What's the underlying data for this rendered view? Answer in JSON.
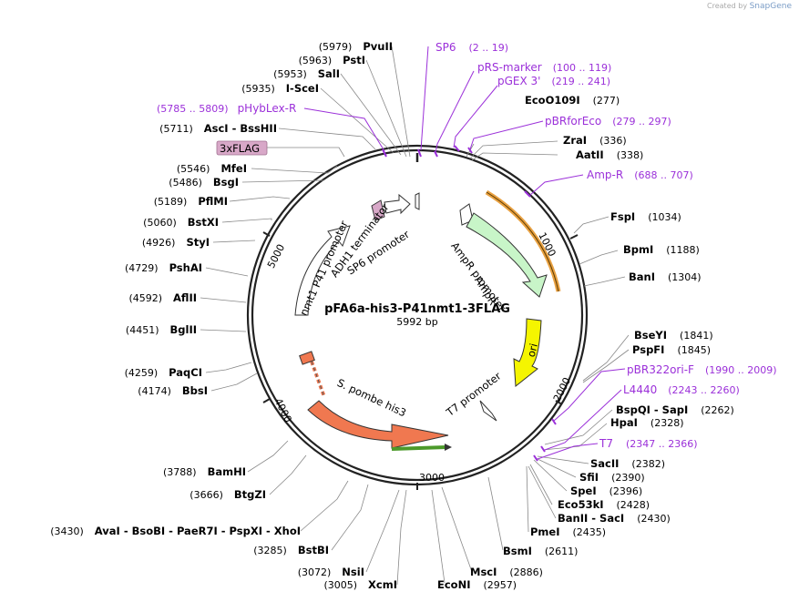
{
  "brand": {
    "prefix": "Created by",
    "name": "SnapGene"
  },
  "plasmid": {
    "name": "pFA6a-his3-P41nmt1-3FLAG",
    "length": "5992 bp"
  },
  "ticks": [
    "1000",
    "2000",
    "3000",
    "4000",
    "5000"
  ],
  "enzymes_right": [
    {
      "name": "EcoO109I",
      "pos": "(277)"
    },
    {
      "name": "ZraI",
      "pos": "(336)"
    },
    {
      "name": "AatII",
      "pos": "(338)"
    },
    {
      "name": "FspI",
      "pos": "(1034)"
    },
    {
      "name": "BpmI",
      "pos": "(1188)"
    },
    {
      "name": "BanI",
      "pos": "(1304)"
    },
    {
      "name": "BseYI",
      "pos": "(1841)"
    },
    {
      "name": "PspFI",
      "pos": "(1845)"
    },
    {
      "name": "BspQI - SapI",
      "pos": "(2262)"
    },
    {
      "name": "HpaI",
      "pos": "(2328)"
    },
    {
      "name": "SacII",
      "pos": "(2382)"
    },
    {
      "name": "SfiI",
      "pos": "(2390)"
    },
    {
      "name": "SpeI",
      "pos": "(2396)"
    },
    {
      "name": "Eco53kI",
      "pos": "(2428)"
    },
    {
      "name": "BanII - SacI",
      "pos": "(2430)"
    },
    {
      "name": "PmeI",
      "pos": "(2435)"
    },
    {
      "name": "BsmI",
      "pos": "(2611)"
    },
    {
      "name": "MscI",
      "pos": "(2886)"
    },
    {
      "name": "EcoNI",
      "pos": "(2957)"
    }
  ],
  "enzymes_left": [
    {
      "name": "PvuII",
      "pos": "(5979)"
    },
    {
      "name": "PstI",
      "pos": "(5963)"
    },
    {
      "name": "SalI",
      "pos": "(5953)"
    },
    {
      "name": "I-SceI",
      "pos": "(5935)"
    },
    {
      "name": "AscI - BssHII",
      "pos": "(5711)"
    },
    {
      "name": "MfeI",
      "pos": "(5546)"
    },
    {
      "name": "BsgI",
      "pos": "(5486)"
    },
    {
      "name": "PflMI",
      "pos": "(5189)"
    },
    {
      "name": "BstXI",
      "pos": "(5060)"
    },
    {
      "name": "StyI",
      "pos": "(4926)"
    },
    {
      "name": "PshAI",
      "pos": "(4729)"
    },
    {
      "name": "AflII",
      "pos": "(4592)"
    },
    {
      "name": "BglII",
      "pos": "(4451)"
    },
    {
      "name": "PaqCI",
      "pos": "(4259)"
    },
    {
      "name": "BbsI",
      "pos": "(4174)"
    },
    {
      "name": "BamHI",
      "pos": "(3788)"
    },
    {
      "name": "BtgZI",
      "pos": "(3666)"
    },
    {
      "name": "AvaI - BsoBI - PaeR7I - PspXI - XhoI",
      "pos": "(3430)"
    },
    {
      "name": "BstBI",
      "pos": "(3285)"
    },
    {
      "name": "NsiI",
      "pos": "(3072)"
    },
    {
      "name": "XcmI",
      "pos": "(3005)"
    }
  ],
  "primers": [
    {
      "name": "SP6",
      "range": "(2 .. 19)"
    },
    {
      "name": "pRS-marker",
      "range": "(100 .. 119)"
    },
    {
      "name": "pGEX 3'",
      "range": "(219 .. 241)"
    },
    {
      "name": "pBRforEco",
      "range": "(279 .. 297)"
    },
    {
      "name": "Amp-R",
      "range": "(688 .. 707)"
    },
    {
      "name": "pBR322ori-F",
      "range": "(1990 .. 2009)"
    },
    {
      "name": "L4440",
      "range": "(2243 .. 2260)"
    },
    {
      "name": "T7",
      "range": "(2347 .. 2366)"
    },
    {
      "name": "pHybLex-R",
      "range": "(5785 .. 5809)"
    }
  ],
  "features": {
    "flag": "3xFLAG",
    "adh1": "ADH1 terminator",
    "sp6": "SP6 promoter",
    "nmt1": "nmt1 P41 promoter",
    "ampr_promoter": "AmpR promoter",
    "ampr": "AmpR",
    "ori": "ori",
    "t7": "T7 promoter",
    "his3": "S. pombe his3"
  },
  "colors": {
    "primer": "#9b30d9",
    "ampr": "#c8f5c8",
    "ori": "#f5f500",
    "his3": "#f07850",
    "flag": "#d8a8c8"
  }
}
